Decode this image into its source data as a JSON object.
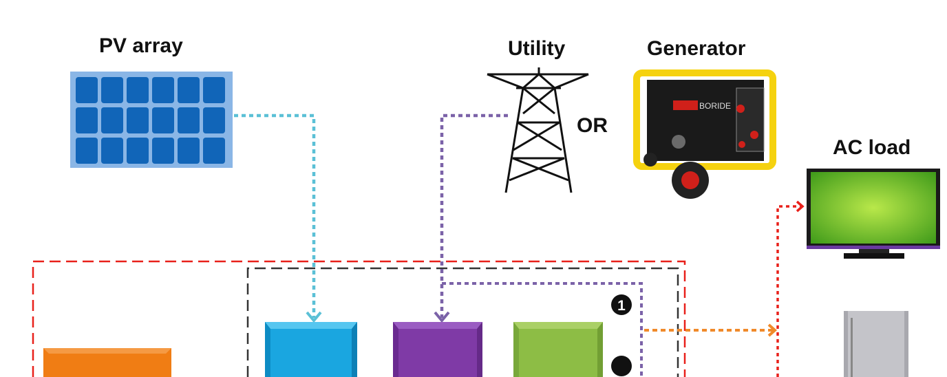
{
  "labels": {
    "pv_array": "PV array",
    "utility": "Utility",
    "generator": "Generator",
    "or": "OR",
    "ac_load": "AC load",
    "badge_1": "1",
    "generator_brand": "BORIDE"
  },
  "colors": {
    "pv_line": "#5bc0d6",
    "grid_line": "#7b62a8",
    "output_line": "#f08a2a",
    "ac_line": "#e8201a",
    "outer_frame": "#e8201a",
    "inner_frame": "#333333",
    "box_blue": "#1aa6e0",
    "box_purple": "#7f3aa6",
    "box_green": "#8dbd45",
    "box_orange": "#f07d14",
    "panel_cell": "#1165b8",
    "panel_bg": "#8ab6e6"
  },
  "icons": [
    "solar-panel-icon",
    "power-tower-icon",
    "generator-icon",
    "television-icon",
    "refrigerator-icon"
  ]
}
